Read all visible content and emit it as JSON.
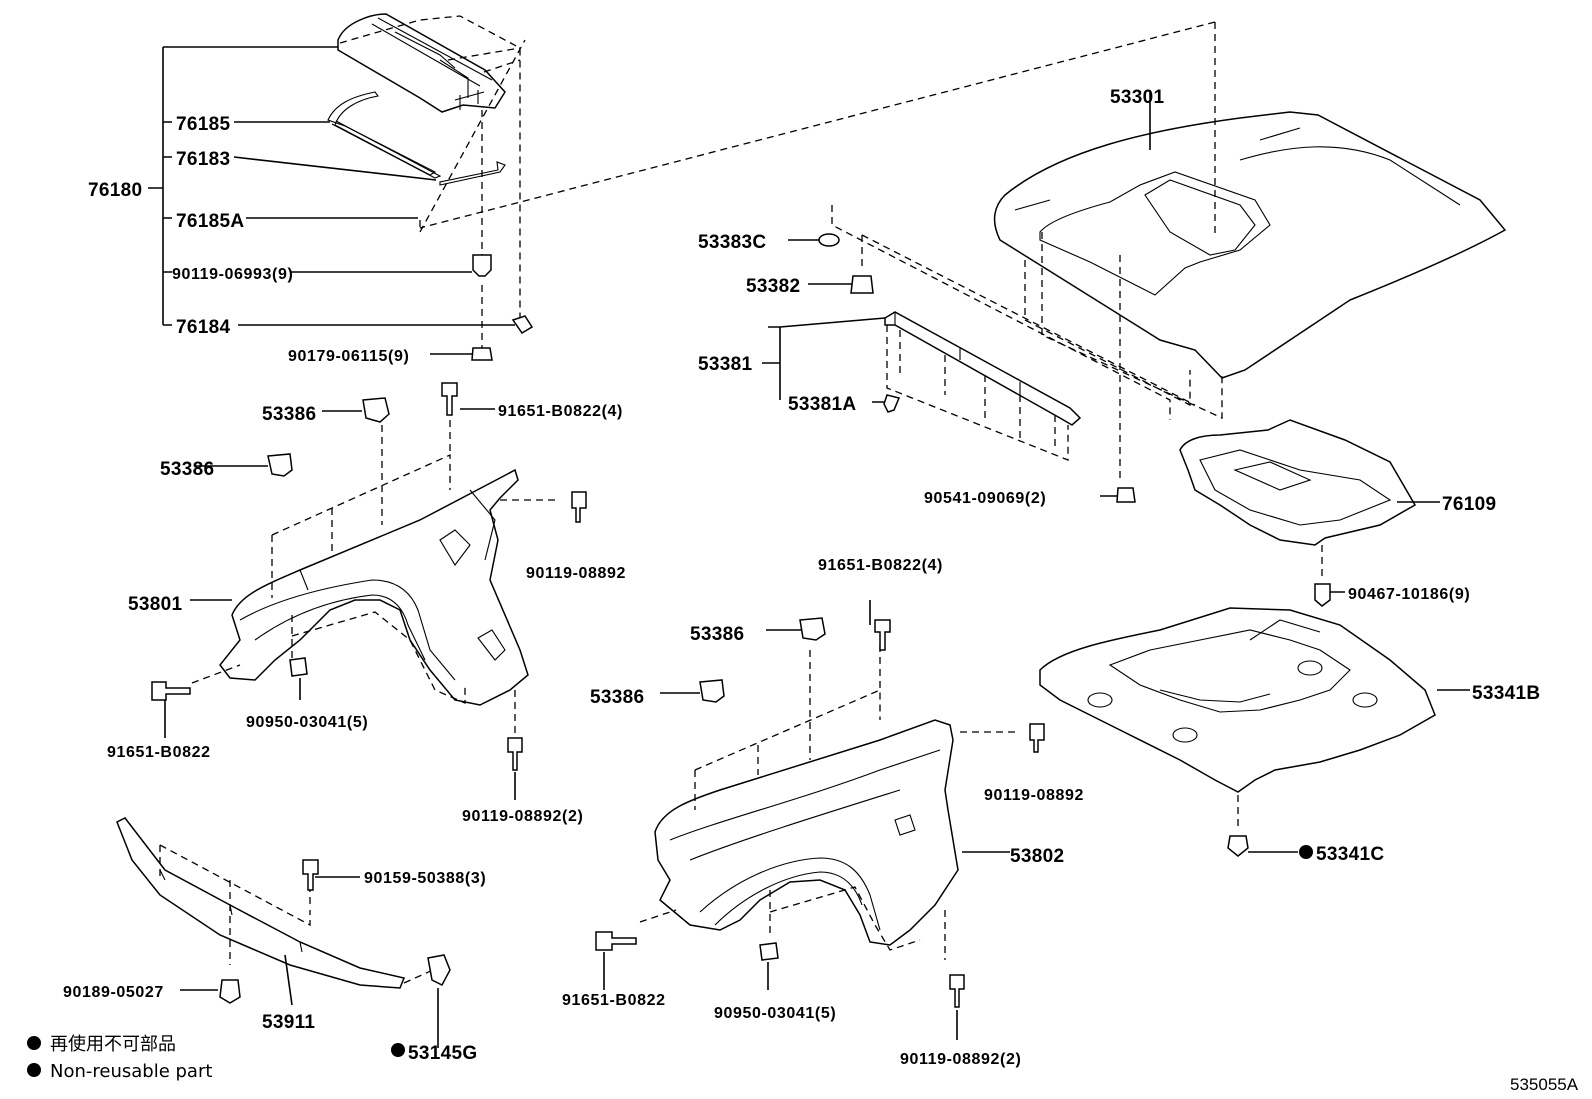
{
  "labels": {
    "p76180": "76180",
    "p76185": "76185",
    "p76183": "76183",
    "p76185A": "76185A",
    "p90119_06993": "90119-06993(9)",
    "p76184": "76184",
    "p90179_06115": "90179-06115(9)",
    "p53301": "53301",
    "p53383C": "53383C",
    "p53382": "53382",
    "p53381": "53381",
    "p53381A": "53381A",
    "p90541_09069": "90541-09069(2)",
    "p76109": "76109",
    "p90467_10186": "90467-10186(9)",
    "p53341B": "53341B",
    "p53341C": "53341C",
    "p53386_a": "53386",
    "p91651_B0822_4a": "91651-B0822(4)",
    "p53386_b": "53386",
    "p90119_08892_a": "90119-08892",
    "p53801": "53801",
    "p91651_B0822_a": "91651-B0822",
    "p90950_03041_a": "90950-03041(5)",
    "p90119_08892_2a": "90119-08892(2)",
    "p91651_B0822_4b": "91651-B0822(4)",
    "p53386_c": "53386",
    "p53386_d": "53386",
    "p90119_08892_b": "90119-08892",
    "p53802": "53802",
    "p91651_B0822_b": "91651-B0822",
    "p90950_03041_b": "90950-03041(5)",
    "p90119_08892_2b": "90119-08892(2)",
    "p90159_50388": "90159-50388(3)",
    "p90189_05027": "90189-05027",
    "p53911": "53911",
    "p53145G": "53145G"
  },
  "legend": {
    "line_jp": "再使用不可部品",
    "line_en": "Non-reusable part"
  },
  "diagram_code": "535055A",
  "icons": {
    "non_reusable_marker": "filled-circle-icon"
  }
}
